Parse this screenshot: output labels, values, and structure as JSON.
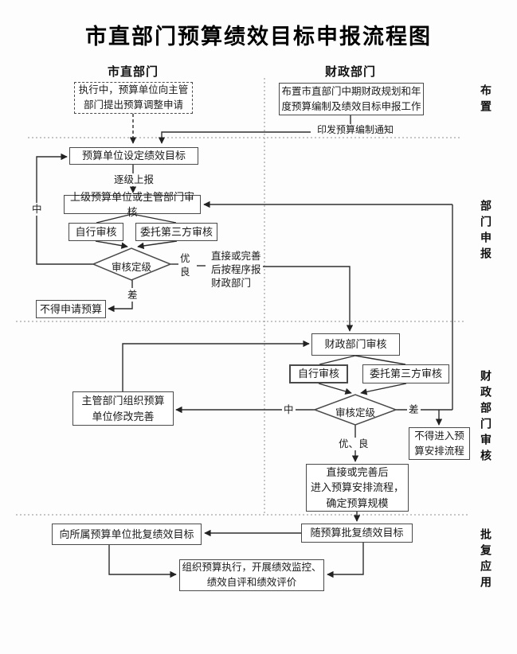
{
  "title": "市直部门预算绩效目标申报流程图",
  "headers": {
    "left": "市直部门",
    "right": "财政部门"
  },
  "side_labels": {
    "stage1": "布置",
    "stage2": "部门申报",
    "stage3": "财政部门审核",
    "stage4": "批复应用"
  },
  "nodes": {
    "adjust_request": "执行中，预算单位向主管\n部门提出预算调整申请",
    "arrange_work": "布置市直部门中期财政规划和年\n度预算编制及绩效目标申报工作",
    "set_target": "预算单位设定绩效目标",
    "superior_review": "上级预算单位或主管部门审核",
    "self_review_dept": "自行审核",
    "third_party_dept": "委托第三方审核",
    "grade_dept": "审核定级",
    "no_apply": "不得申请预算",
    "finance_review": "财政部门审核",
    "self_review_fin": "自行审核",
    "third_party_fin": "委托第三方审核",
    "grade_fin": "审核定级",
    "org_revise": "主管部门组织预算\n单位修改完善",
    "no_arrange": "不得进入预\n算安排流程",
    "enter_arrange": "直接或完善后\n进入预算安排流程，\n确定预算规模",
    "reply_budget": "随预算批复绩效目标",
    "reply_units": "向所属预算单位批复绩效目标",
    "organize_exec": "组织预算执行，开展绩效监控、\n绩效自评和绩效评价"
  },
  "edge_labels": {
    "issue_notice": "印发预算编制通知",
    "report_up": "逐级上报",
    "mid_dept": "中",
    "good_dept": "优\n良",
    "report_finance": "直接或完善\n后按程序报\n财政部门",
    "poor_dept": "差",
    "mid_fin": "中",
    "poor_fin": "差",
    "good_fin": "优、良"
  }
}
